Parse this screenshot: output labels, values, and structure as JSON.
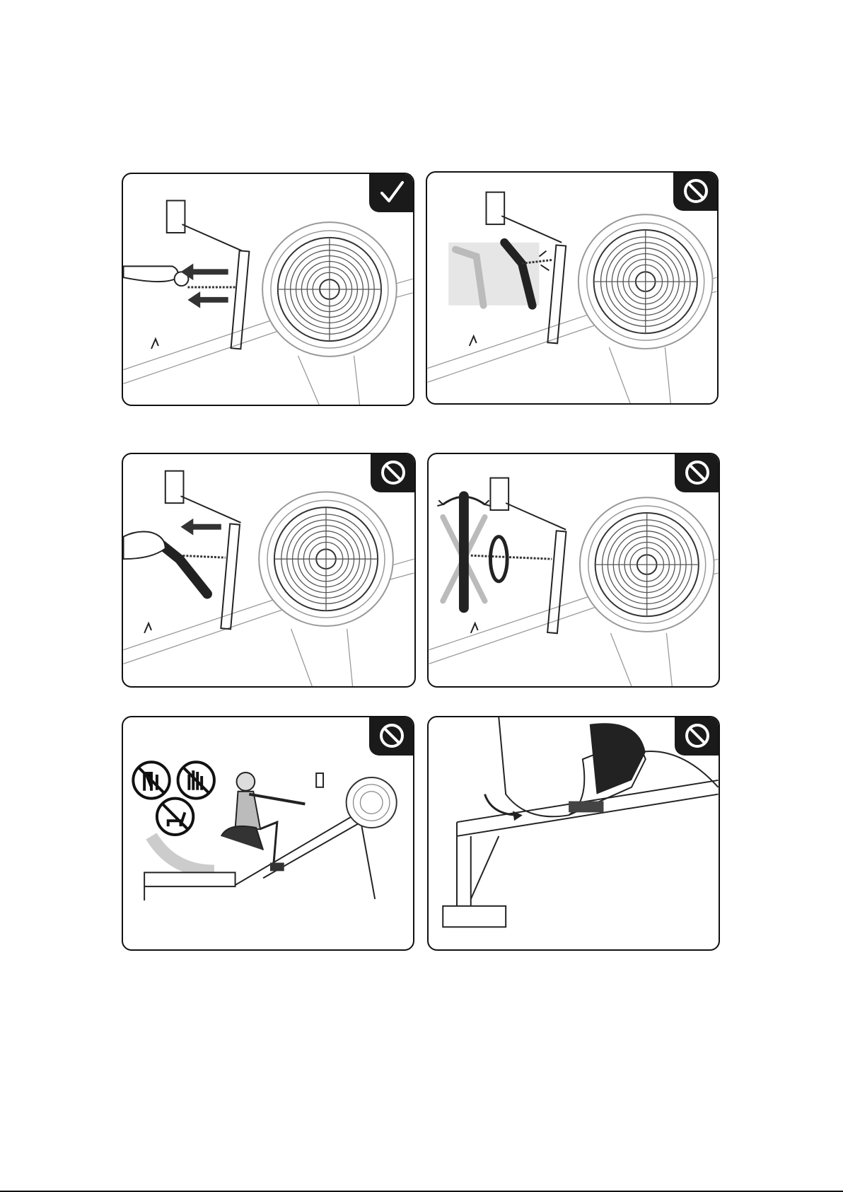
{
  "page": {
    "background": "#ffffff",
    "ink": "#111111"
  },
  "panels": [
    {
      "id": "panel-1",
      "status": "correct",
      "badge_icon": "check-icon",
      "scene": "pull-handle-straight"
    },
    {
      "id": "panel-2",
      "status": "prohibited",
      "badge_icon": "prohibited-icon",
      "scene": "handle-released-swinging"
    },
    {
      "id": "panel-3",
      "status": "prohibited",
      "badge_icon": "prohibited-icon",
      "scene": "pull-handle-angled"
    },
    {
      "id": "panel-4",
      "status": "prohibited",
      "badge_icon": "prohibited-icon",
      "scene": "handle-twisted"
    },
    {
      "id": "panel-5",
      "status": "prohibited",
      "badge_icon": "prohibited-icon",
      "scene": "no-children-hands-pets"
    },
    {
      "id": "panel-6",
      "status": "prohibited",
      "badge_icon": "prohibited-icon",
      "scene": "seat-pinch-hazard"
    }
  ],
  "warning_icons": [
    "no-children-icon",
    "no-hands-icon",
    "no-pets-icon"
  ],
  "colors": {
    "badge": "#1a1a1a",
    "badge_symbol": "#ffffff",
    "line_art": "#222222",
    "ghost": "#aaaaaa"
  }
}
